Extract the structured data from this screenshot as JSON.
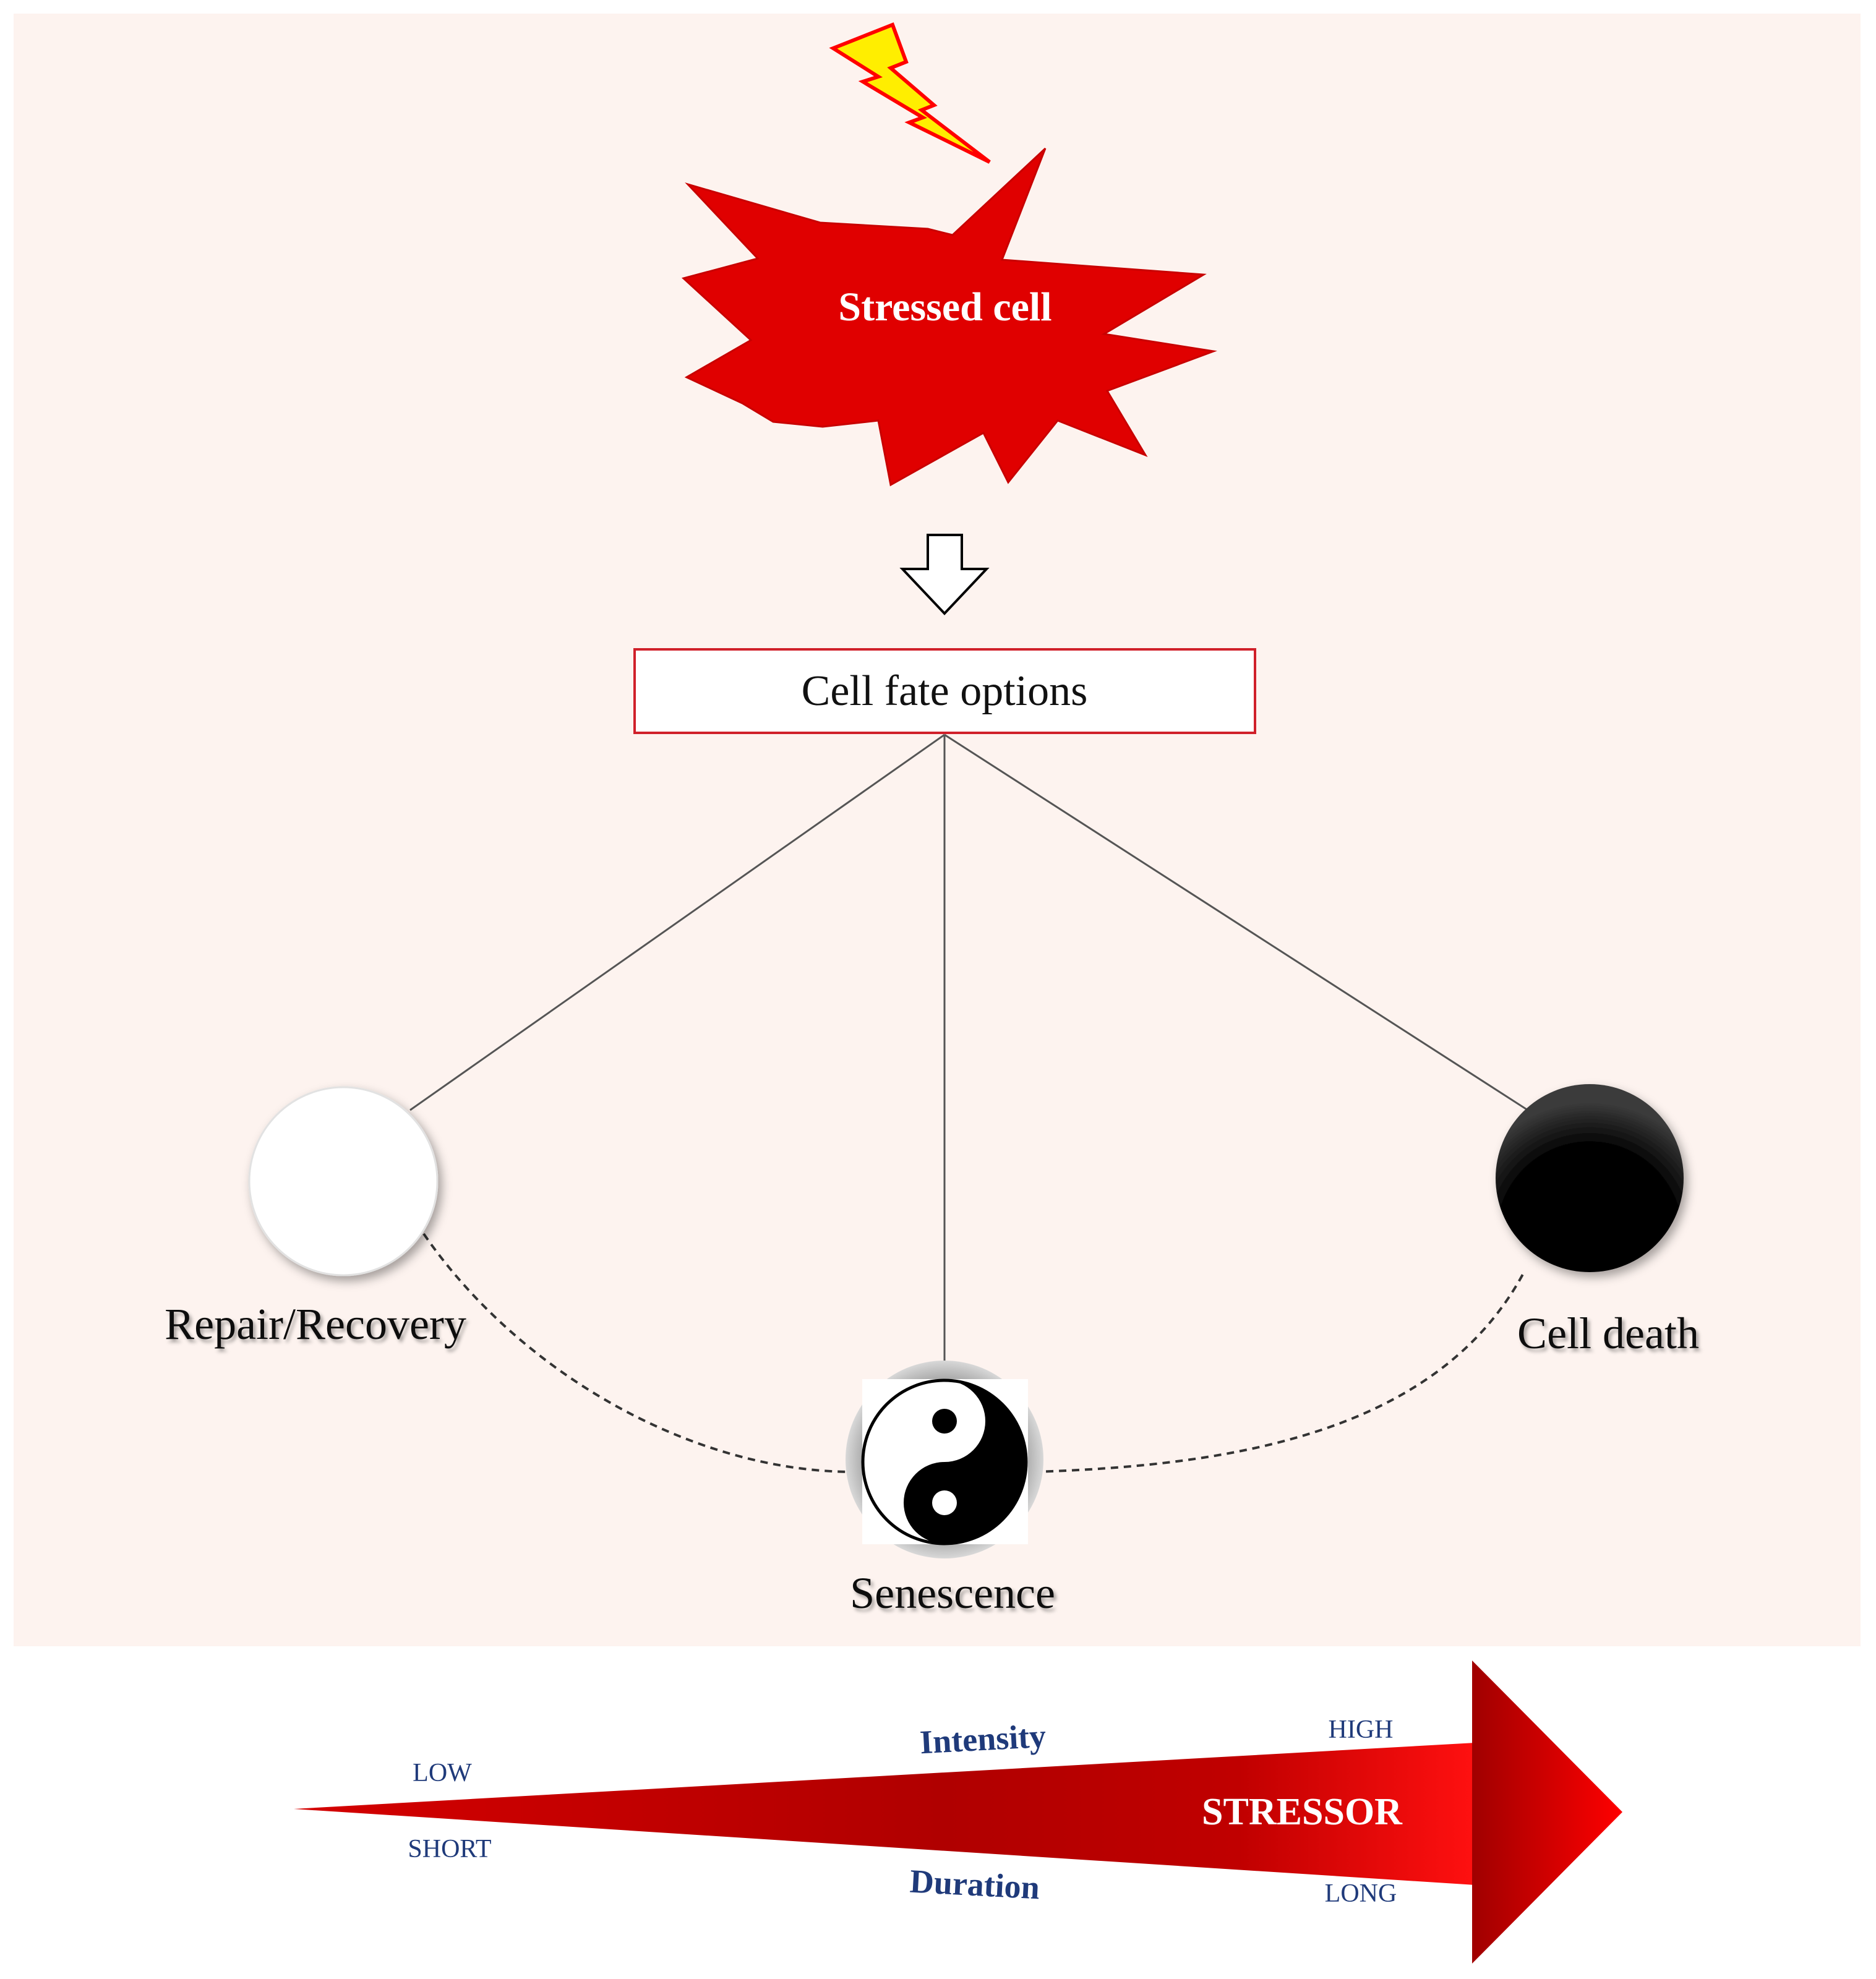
{
  "diagram": {
    "stressed_cell": {
      "label": "Stressed cell"
    },
    "fate_box": {
      "label": "Cell fate options"
    },
    "outcomes": {
      "repair": "Repair/Recovery",
      "senescence": "Senescence",
      "death": "Cell death"
    }
  },
  "stressor_scale": {
    "title": "STRESSOR",
    "intensity_label": "Intensity",
    "duration_label": "Duration",
    "intensity_low": "LOW",
    "intensity_high": "HIGH",
    "duration_short": "SHORT",
    "duration_long": "LONG"
  },
  "colors": {
    "panel_bg": "#fdf3ef",
    "star_fill": "#e00000",
    "lightning_fill": "#ffee00",
    "lightning_stroke": "#ff0000",
    "box_border": "#d0202a",
    "scale_text": "#1f3a7a",
    "arrow_dark": "#a80000",
    "arrow_light": "#ff0000"
  }
}
